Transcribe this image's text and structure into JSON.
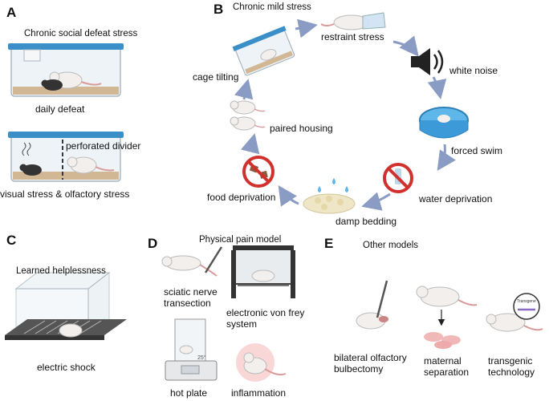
{
  "panels": {
    "a": "A",
    "b": "B",
    "c": "C",
    "d": "D",
    "e": "E"
  },
  "panel_a": {
    "title": "Chronic social defeat stress",
    "label_daily_defeat": "daily defeat",
    "label_divider": "perforated divider",
    "label_visual": "visual stress & olfactory stress"
  },
  "panel_b": {
    "title": "Chronic mild stress",
    "steps": [
      "restraint stress",
      "white noise",
      "forced swim",
      "water deprivation",
      "damp bedding",
      "food deprivation",
      "paired housing",
      "cage tilting"
    ]
  },
  "panel_c": {
    "title": "Learned helplessness",
    "label_shock": "electric shock"
  },
  "panel_d": {
    "title": "Physical pain model",
    "label_sciatic": "sciatic nerve transection",
    "label_vonfrey": "electronic von frey system",
    "label_hotplate": "hot plate",
    "hotplate_temp": "25°",
    "label_inflammation": "inflammation"
  },
  "panel_e": {
    "title": "Other models",
    "label_olfactory": "bilateral olfactory bulbectomy",
    "label_maternal": "maternal separation",
    "label_transgenic": "transgenic technology",
    "transgene_badge": "Transgene"
  },
  "colors": {
    "arrow": "#8a9bc4",
    "cage_lid": "#3b8fc9",
    "no_sign": "#d0312d",
    "water": "#5fb6e8",
    "mouse": "#f2efec",
    "tail": "#d99a9a"
  }
}
